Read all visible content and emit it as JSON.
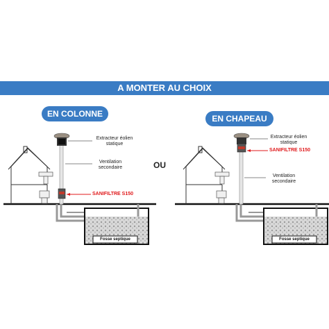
{
  "banner": {
    "title": "A MONTER AU CHOIX"
  },
  "left": {
    "pill": "EN COLONNE",
    "extracteur": "Extracteur éolien statique",
    "ventilation": "Ventilation secondaire",
    "sanifiltre": "SANIFILTRE S150",
    "fosse": "Fosse septique"
  },
  "middle": {
    "ou": "OU"
  },
  "right": {
    "pill": "EN CHAPEAU",
    "extracteur": "Extracteur éolien statique",
    "sanifiltre": "SANIFILTRE S150",
    "ventilation": "Ventilation secondaire",
    "fosse": "Fosse septique"
  },
  "colors": {
    "accent": "#3a7cc4",
    "highlight": "#e0191b"
  },
  "icons": [
    "house-icon",
    "wind-extractor-icon",
    "sanifiltre-icon",
    "septic-tank-icon",
    "toilet-icon",
    "sink-icon"
  ]
}
